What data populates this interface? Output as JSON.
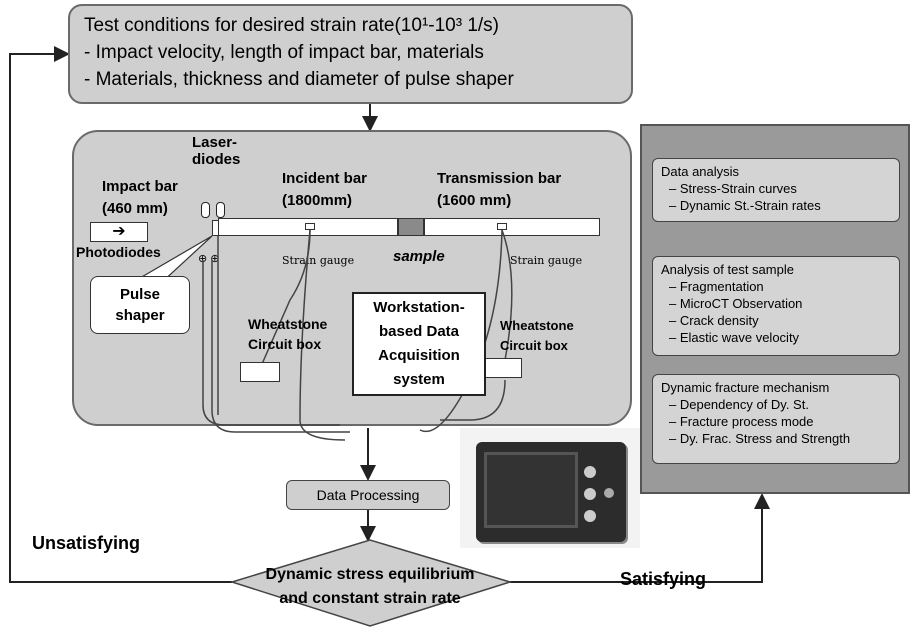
{
  "top_box": {
    "line1": "Test conditions for desired strain rate(10¹-10³  1/s)",
    "line2": "-  Impact velocity, length of impact bar, materials",
    "line3": "-  Materials, thickness and diameter of pulse shaper"
  },
  "setup": {
    "laser_diodes": "Laser-\ndiodes",
    "impact_bar": "Impact bar\n(460 mm)",
    "incident_bar": "Incident bar\n(1800mm)",
    "transmission_bar": "Transmission bar\n(1600 mm)",
    "photodiodes": "Photodiodes",
    "strain_gauge_left": "Strain gauge",
    "sample": "sample",
    "strain_gauge_right": "Strain gauge",
    "pulse_shaper": "Pulse\nshaper",
    "wheatstone_left": "Wheatstone\nCircuit box",
    "workstation": "Workstation-\nbased Data\nAcquisition\nsystem",
    "wheatstone_right": "Wheatstone\nCircuit box"
  },
  "data_processing": "Data Processing",
  "decision": "Dynamic stress equilibrium\nand constant strain rate",
  "unsatisfying": "Unsatisfying",
  "satisfying": "Satisfying",
  "right_panel": {
    "box1": {
      "title": "Data analysis",
      "items": [
        "–  Stress-Strain curves",
        "–  Dynamic St.-Strain rates"
      ]
    },
    "box2": {
      "title": "Analysis of test sample",
      "items": [
        "–  Fragmentation",
        "–  MicroCT Observation",
        "–  Crack density",
        "–  Elastic wave velocity"
      ]
    },
    "box3": {
      "title": "Dynamic fracture mechanism",
      "items": [
        "– Dependency of Dy. St.",
        "– Fracture process mode",
        "– Dy. Frac. Stress and Strength"
      ]
    }
  }
}
